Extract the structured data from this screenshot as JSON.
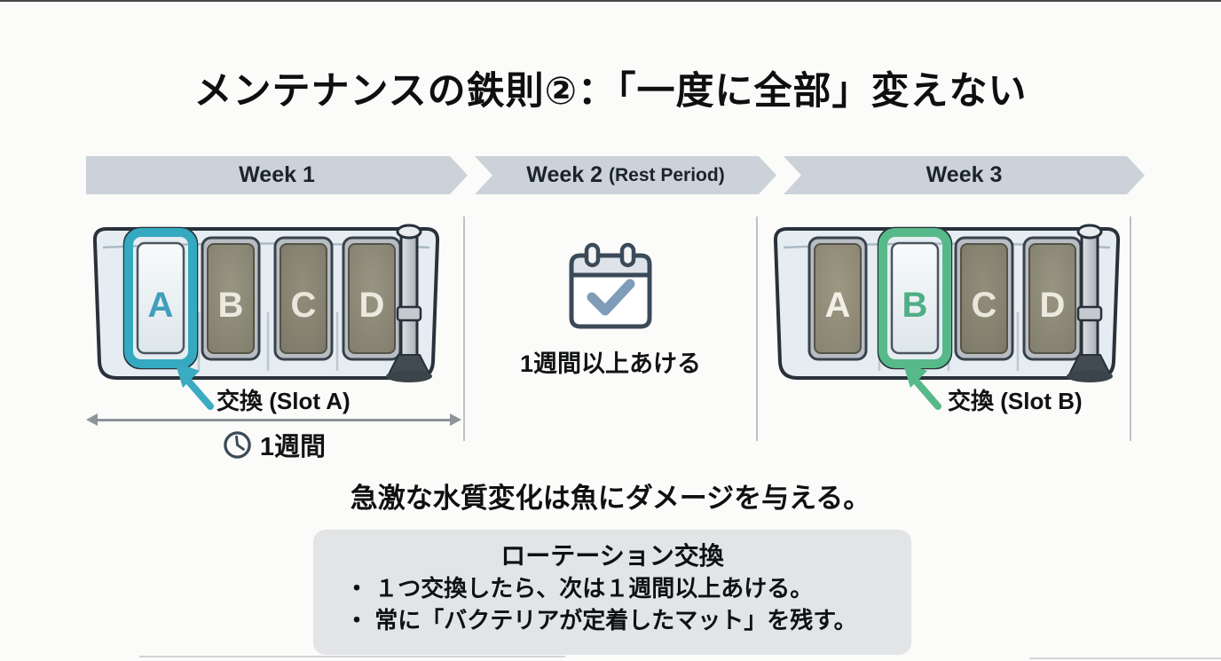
{
  "title": "メンテナンスの鉄則②：「一度に全部」変えない",
  "timeline": {
    "week1_label": "Week 1",
    "week2_label": "Week 2",
    "week2_sub": "(Rest Period)",
    "week3_label": "Week 3"
  },
  "week1": {
    "slots": [
      "A",
      "B",
      "C",
      "D"
    ],
    "swap_label": "交換 (Slot A)",
    "duration_label": "1週間"
  },
  "week2": {
    "label": "1週間以上あける"
  },
  "week3": {
    "slots": [
      "A",
      "B",
      "C",
      "D"
    ],
    "swap_label": "交換 (Slot B)"
  },
  "warning": "急激な水質変化は魚にダメージを与える。",
  "rule_box": {
    "title": "ローテーション交換",
    "bullets": [
      "・ １つ交換したら、次は１週間以上あける。",
      "・ 常に「バクテリアが定着したマット」を残す。"
    ]
  },
  "colors": {
    "accent_teal": "#35a9c0",
    "accent_green": "#57b989",
    "timeline_band": "#ccd2d9",
    "dirty_mat": "#8e8b7a",
    "clean_mat": "#f5f8fa",
    "rule_box_bg": "#e2e4e6"
  }
}
